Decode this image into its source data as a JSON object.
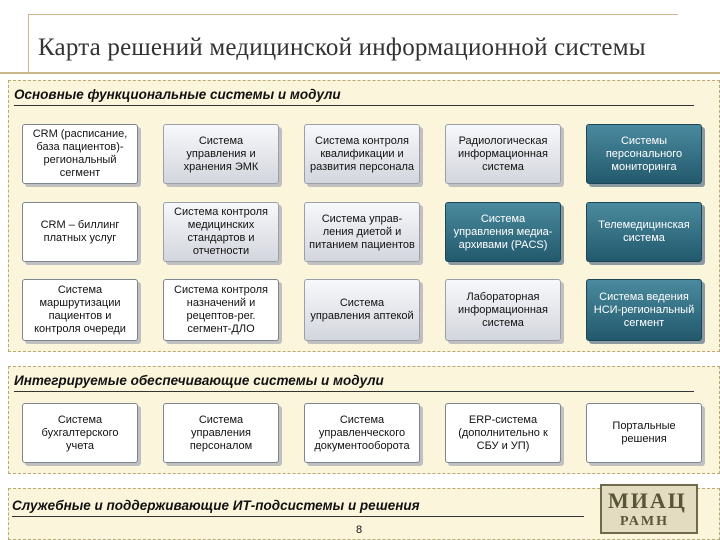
{
  "title": "Карта решений медицинской информационной системы",
  "sections": {
    "main": "Основные функциональные системы и модули",
    "integrated": "Интегрируемые обеспечивающие системы и модули",
    "service": "Служебные и поддерживающие ИТ-подсистемы и решения"
  },
  "main_grid": [
    [
      "CRM (расписание, база пациентов)- региональный сегмент",
      "Система управления и хранения ЭМК",
      "Система контроля квалификации и развития персонала",
      "Радиологическая информационная система",
      "Системы персонального мониторинга"
    ],
    [
      "CRM – биллинг платных услуг",
      "Система контроля медицинских стандартов и отчетности",
      "Система управ-ления диетой и питанием пациентов",
      "Система управления медиа-архивами (PACS)",
      "Телемедицинская система"
    ],
    [
      "Система маршрутизации пациентов и контроля очереди",
      "Система контроля назначений и рецептов-рег. сегмент-ДЛО",
      "Система управления аптекой",
      "Лабораторная информационная система",
      "Система ведения НСИ-региональный сегмент"
    ]
  ],
  "integrated_row": [
    "Система бухгалтерского учета",
    "Система управления персоналом",
    "Система управленческого документооборота",
    "ERP-система (дополнительно к СБУ и УП)",
    "Портальные решения"
  ],
  "page_number": "8",
  "logo": {
    "top": "МИАЦ",
    "bottom": "РАМН"
  },
  "colors": {
    "teal": "#2f6b80",
    "panel": "#fbf5dc",
    "frame": "#c9b98a"
  }
}
